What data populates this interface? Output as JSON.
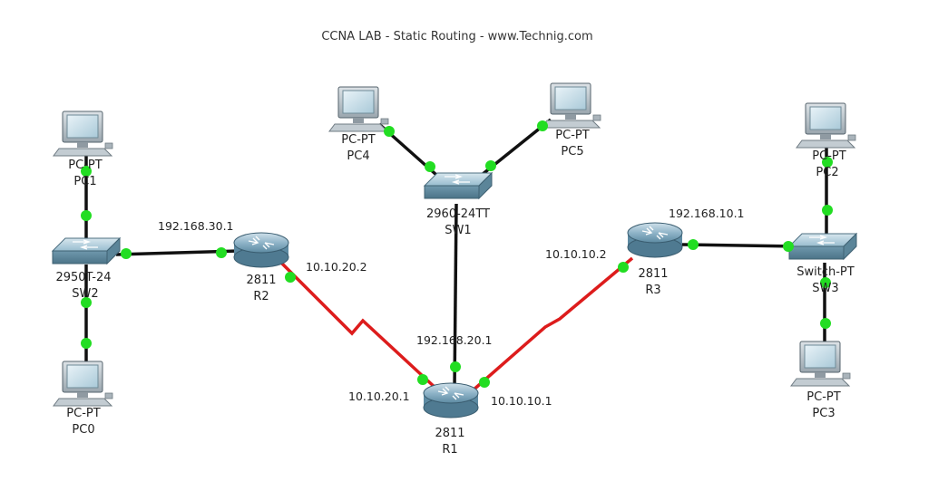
{
  "title": "CCNA LAB - Static Routing  - www.Technig.com",
  "colors": {
    "ethernet": "#111111",
    "serial": "#dd1c1c",
    "port_up": "#22dd22",
    "router_body": "#8fb4c8",
    "switch_body": "#8fb4c8",
    "pc_body": "#b8c4cc"
  },
  "devices": [
    {
      "id": "pc1",
      "icon": "pc-icon",
      "model": "PC-PT",
      "name": "PC1"
    },
    {
      "id": "pc0",
      "icon": "pc-icon",
      "model": "PC-PT",
      "name": "PC0"
    },
    {
      "id": "sw2",
      "icon": "switch-icon",
      "model": "2950T-24",
      "name": "SW2"
    },
    {
      "id": "r2",
      "icon": "router-icon",
      "model": "2811",
      "name": "R2"
    },
    {
      "id": "pc4",
      "icon": "pc-icon",
      "model": "PC-PT",
      "name": "PC4"
    },
    {
      "id": "pc5",
      "icon": "pc-icon",
      "model": "PC-PT",
      "name": "PC5"
    },
    {
      "id": "sw1",
      "icon": "switch-icon",
      "model": "2960-24TT",
      "name": "SW1"
    },
    {
      "id": "r1",
      "icon": "router-icon",
      "model": "2811",
      "name": "R1"
    },
    {
      "id": "r3",
      "icon": "router-icon",
      "model": "2811",
      "name": "R3"
    },
    {
      "id": "pc2",
      "icon": "pc-icon",
      "model": "PC-PT",
      "name": "PC2"
    },
    {
      "id": "sw3",
      "icon": "switch-icon",
      "model": "Switch-PT",
      "name": "SW3"
    },
    {
      "id": "pc3",
      "icon": "pc-icon",
      "model": "PC-PT",
      "name": "PC3"
    }
  ],
  "links": [
    {
      "from": "pc1",
      "to": "sw2",
      "type": "ethernet"
    },
    {
      "from": "sw2",
      "to": "pc0",
      "type": "ethernet"
    },
    {
      "from": "sw2",
      "to": "r2",
      "type": "ethernet"
    },
    {
      "from": "pc4",
      "to": "sw1",
      "type": "ethernet"
    },
    {
      "from": "pc5",
      "to": "sw1",
      "type": "ethernet"
    },
    {
      "from": "sw1",
      "to": "r1",
      "type": "ethernet"
    },
    {
      "from": "r3",
      "to": "sw3",
      "type": "ethernet"
    },
    {
      "from": "pc2",
      "to": "sw3",
      "type": "ethernet"
    },
    {
      "from": "sw3",
      "to": "pc3",
      "type": "ethernet"
    },
    {
      "from": "r2",
      "to": "r1",
      "type": "serial"
    },
    {
      "from": "r1",
      "to": "r3",
      "type": "serial"
    }
  ],
  "ip_labels": {
    "r2_lan": "192.168.30.1",
    "r2_serial": "10.10.20.2",
    "r1_lan": "192.168.20.1",
    "r1_to_r2": "10.10.20.1",
    "r1_to_r3": "10.10.10.1",
    "r3_serial": "10.10.10.2",
    "r3_lan": "192.168.10.1"
  }
}
